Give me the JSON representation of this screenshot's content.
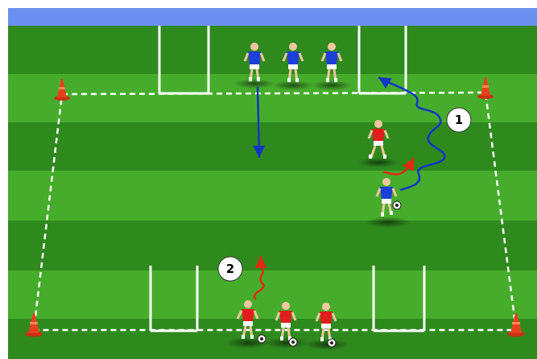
{
  "diagram": {
    "colors": {
      "top_banner": "#6b8ff0",
      "grass_dark": "#2f8a1e",
      "grass_light": "#46ad2c",
      "boundary_line": "#ffffff",
      "cone": "#e8401c",
      "team_red": "#e11d1d",
      "team_blue": "#1d3fd8",
      "run_arrow_blue": "#1236c4",
      "run_arrow_red": "#e02a12"
    },
    "steps": [
      {
        "label": "1"
      },
      {
        "label": "2"
      }
    ],
    "players": {
      "blue_count": 4,
      "red_count": 4
    },
    "balls": 4,
    "cones": 4,
    "goals": 4
  }
}
